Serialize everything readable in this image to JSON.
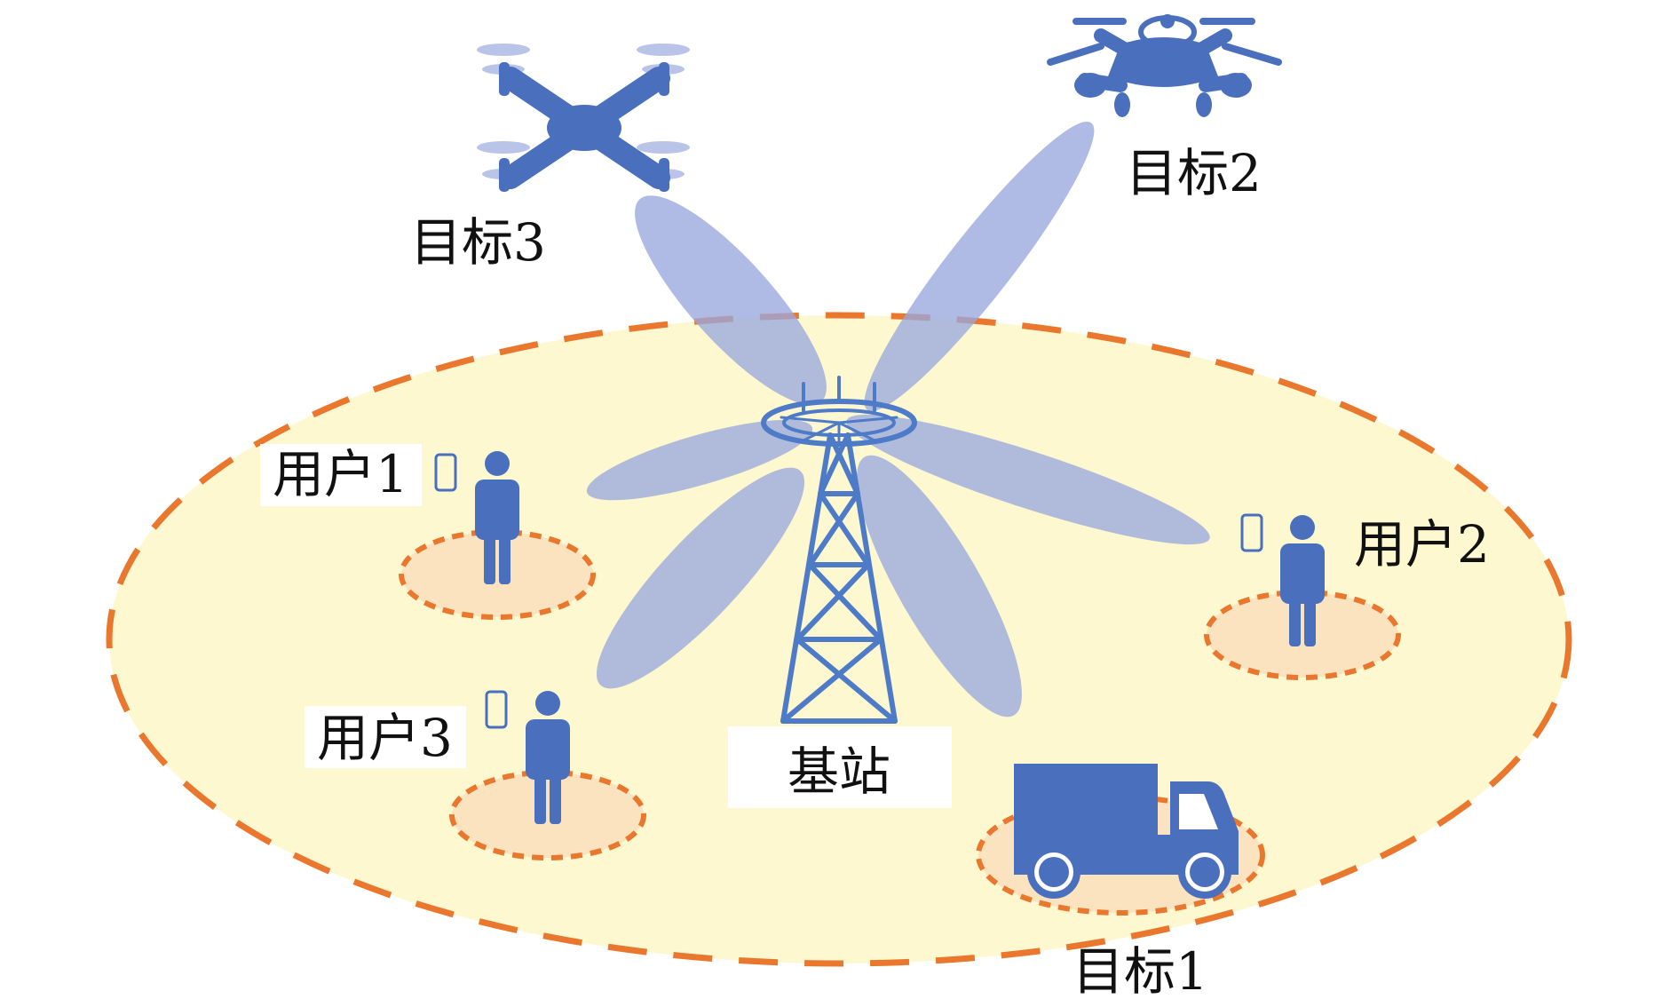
{
  "labels": {
    "user1": "用户1",
    "user2": "用户2",
    "user3": "用户3",
    "target1": "目标1",
    "target2": "目标2",
    "target3": "目标3",
    "base_station": "基站"
  },
  "colors": {
    "coverage_fill": "#fdf8cf",
    "coverage_stroke": "#e9782e",
    "zone_fill": "#fce3c0",
    "beam_fill": "#9aa8de",
    "icon_blue": "#4a6fbd",
    "tower_blue": "#4d7bc8",
    "label_bg": "#ffffff"
  }
}
